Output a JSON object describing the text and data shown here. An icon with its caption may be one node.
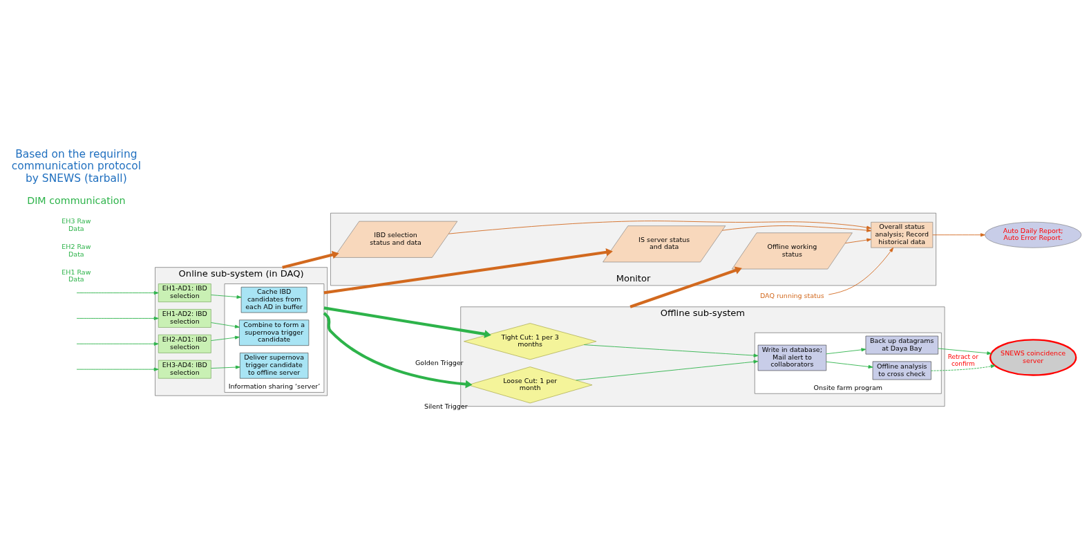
{
  "diagram": {
    "nodes": [
      {
        "text": [
          "Online sub-system (in DAQ)"
        ]
      },
      {
        "text": [
          "EH1-AD1: IBD selection"
        ],
        "in": 0
      },
      {
        "text": [
          "EH1-AD2: IBD selection"
        ],
        "in": 0
      },
      {
        "text": [
          "EH2-AD1: IBD selection"
        ],
        "in": 0
      },
      {
        "text": [
          "EH3-AD4: IBD selection"
        ],
        "in": 0
      },
      {
        "text": [
          "Information sharing ‘server’"
        ],
        "in": 0
      },
      {
        "text": [
          "Cache IBD candidates from each AD in buffer"
        ],
        "in": 5
      },
      {
        "text": [
          "Combine to form a supernova trigger candidate"
        ],
        "in": 5
      },
      {
        "text": [
          "Deliver supernova trigger candidate to offline server"
        ],
        "in": 5
      },
      {
        "text": [
          "Offline sub-system"
        ]
      },
      {
        "text": [
          "Tight Cut: 1 per 3 months"
        ],
        "beside": [
          "Golden Trigger"
        ],
        "in": 9
      },
      {
        "text": [
          "Loose Cut: 1 per month"
        ],
        "beside": [
          "Silent Trigger"
        ],
        "in": 9
      },
      {
        "text": [
          "Onsite farm program"
        ],
        "in": 9
      },
      {
        "text": [
          "Back up datagrams at Daya Bay"
        ],
        "in": 12
      },
      {
        "text": [
          "Write in database; Mail alert to collaborators"
        ],
        "in": 12
      },
      {
        "text": [
          "Offline analysis to cross check"
        ],
        "in": 12
      },
      {
        "text": [
          "SNEWS coincidence server"
        ]
      },
      {
        "text": [
          "Monitor"
        ]
      },
      {
        "text": [
          "IBD selection status and data"
        ],
        "in": 17
      },
      {
        "text": [
          "IS server status and data"
        ],
        "in": 17
      },
      {
        "text": [
          "Offline working status"
        ],
        "in": 17
      },
      {
        "text": [
          "Overall status analysis; Record historical data"
        ],
        "in": 17
      },
      {
        "text": [
          "Auto Daily Report; Auto Error Report."
        ]
      },
      {
        "text": [
          "DAQ running status"
        ]
      }
    ],
    "edges": [
      {
        "from": null,
        "to": 1,
        "arrow": "to"
      },
      {
        "from": null,
        "to": 2,
        "arrow": "to"
      },
      {
        "from": null,
        "to": 3,
        "arrow": "to"
      },
      {
        "from": null,
        "to": 4,
        "arrow": "to"
      },
      {
        "from": 1,
        "to": 6,
        "arrow": "to"
      },
      {
        "from": 2,
        "to": 7,
        "arrow": "to"
      },
      {
        "from": 3,
        "to": 7,
        "arrow": "to"
      },
      {
        "from": 4,
        "to": 8,
        "arrow": "to"
      },
      {
        "from": 5,
        "to": 10,
        "arrow": "to",
        "style": "thick"
      },
      {
        "from": 5,
        "to": 11,
        "arrow": "to",
        "style": "thick"
      },
      {
        "from": 10,
        "to": 14,
        "arrow": "to"
      },
      {
        "from": 11,
        "to": 14,
        "arrow": "to"
      },
      {
        "from": 14,
        "to": 13,
        "arrow": "to"
      },
      {
        "from": 14,
        "to": 15,
        "arrow": "to"
      },
      {
        "from": 13,
        "to": 16,
        "arrow": "to"
      },
      {
        "from": 15,
        "to": 16,
        "arrow": "to",
        "label": "Retract or confirm",
        "style": "dashed"
      },
      {
        "from": 0,
        "to": 18,
        "arrow": "to",
        "style": "thick",
        "color": "#d2691e"
      },
      {
        "from": 5,
        "to": 19,
        "arrow": "to",
        "style": "thick",
        "color": "#d2691e"
      },
      {
        "from": 9,
        "to": 20,
        "arrow": "to",
        "style": "thick",
        "color": "#d2691e"
      },
      {
        "from": 23,
        "to": 21,
        "arrow": "to",
        "color": "#d2691e"
      },
      {
        "from": 18,
        "to": 21,
        "arrow": "to",
        "color": "#d2691e"
      },
      {
        "from": 19,
        "to": 21,
        "arrow": "to",
        "color": "#d2691e"
      },
      {
        "from": 20,
        "to": 21,
        "arrow": "to",
        "color": "#d2691e"
      },
      {
        "from": 21,
        "to": 22,
        "arrow": "to",
        "color": "#d2691e"
      }
    ],
    "labels": [
      "EH1 Raw Data",
      "EH2 Raw Data",
      "EH3 Raw Data",
      "DIM communication",
      "Based on the requiring communication protocol by SNEWS (tarball)"
    ]
  }
}
